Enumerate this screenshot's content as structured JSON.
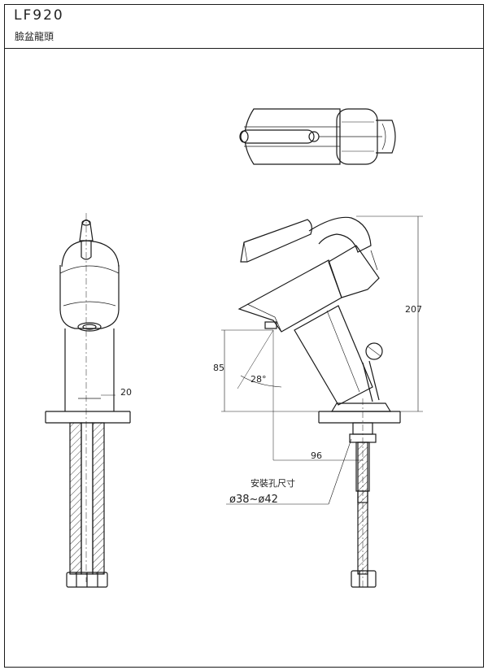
{
  "header": {
    "model": "LF920",
    "product_name": "臉盆龍頭"
  },
  "dimensions": {
    "side_width": "20",
    "total_height": "207",
    "spout_height": "85",
    "spout_angle": "28°",
    "spout_reach": "96"
  },
  "mounting": {
    "label": "安裝孔尺寸",
    "hole_range": "ø38~ø42"
  }
}
